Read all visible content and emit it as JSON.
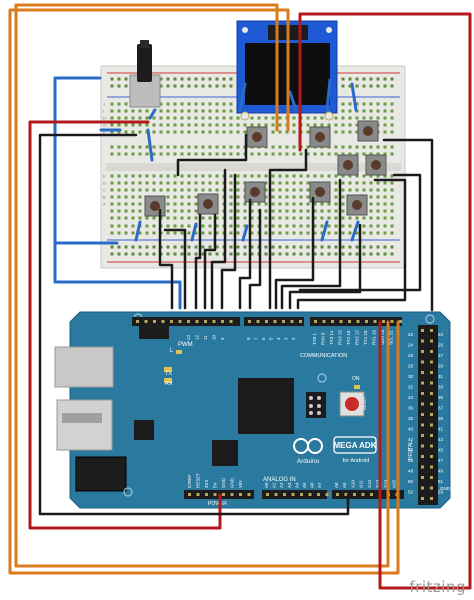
{
  "watermark": "fritzing",
  "arduino": {
    "model": "MEGA ADK",
    "subtitle": "for Android",
    "brand": "Arduino",
    "labels": {
      "pwm": "PWM",
      "communication": "COMMUNICATION",
      "digital": "DIGITAL",
      "analog_in": "ANALOG IN",
      "power": "POWER",
      "aref": "AREF",
      "gnd": "GND",
      "tx": "TX",
      "rx": "RX",
      "l": "L",
      "on": "ON",
      "reset": "RESET",
      "ioref": "IOREF"
    },
    "pwm_pins": [
      "13",
      "12",
      "11",
      "10",
      "9",
      "8",
      "7",
      "6",
      "5",
      "4",
      "3",
      "2"
    ],
    "comm_pins": [
      "TX0 1",
      "RX0 0",
      "TX3 14",
      "RX3 15",
      "TX2 16",
      "RX2 17",
      "TX1 18",
      "RX1 19",
      "SDA 20",
      "SCL 21"
    ],
    "digital_pins_left": [
      "22",
      "24",
      "26",
      "28",
      "30",
      "32",
      "34",
      "36",
      "38",
      "40",
      "42",
      "44",
      "46",
      "48",
      "50",
      "52"
    ],
    "digital_pins_right": [
      "23",
      "25",
      "27",
      "29",
      "31",
      "33",
      "35",
      "37",
      "39",
      "41",
      "43",
      "45",
      "47",
      "49",
      "51",
      "53"
    ],
    "power_pins": [
      "IOREF",
      "RESET",
      "3V3",
      "5V",
      "GND",
      "GND",
      "VIN"
    ],
    "analog_pins": [
      "A0",
      "A1",
      "A2",
      "A3",
      "A4",
      "A5",
      "A6",
      "A7",
      "A8",
      "A9",
      "A10",
      "A11",
      "A12",
      "A13",
      "A14",
      "A15"
    ]
  },
  "breadboard": {
    "row_letters_left": [
      "J",
      "I",
      "H",
      "G",
      "F",
      "E",
      "D",
      "C",
      "B",
      "A"
    ]
  },
  "colors": {
    "board_blue": "#2a7aa0",
    "wire_orange": "#d97a1c",
    "wire_red": "#b3191c",
    "wire_black": "#1a1a1a",
    "wire_blue": "#2a6bc7",
    "breadboard": "#e8e8e4",
    "oled_blue": "#1e5ad6"
  },
  "icons": [
    "potentiometer-icon",
    "oled-display-icon",
    "pushbutton-icon",
    "usb-b-port-icon",
    "usb-a-port-icon",
    "dc-jack-icon"
  ]
}
